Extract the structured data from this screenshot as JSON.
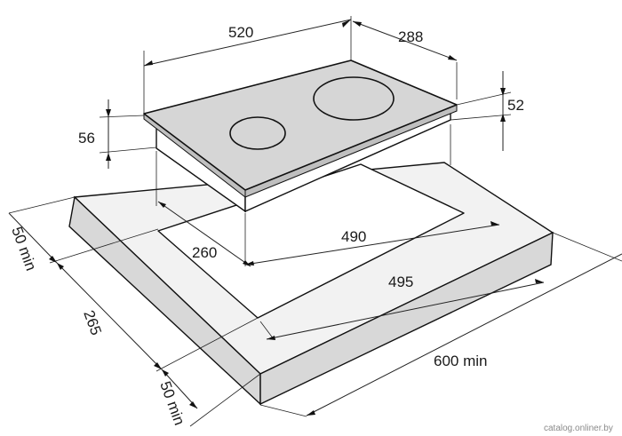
{
  "dimensions": {
    "hob_width": "520",
    "hob_depth": "288",
    "total_height": "56",
    "top_thickness": "52",
    "cutout_width": "490",
    "cutout_depth": "260",
    "countertop_width": "495",
    "countertop_min_width": "600 min",
    "front_min_gap": "50 min",
    "side_depth": "265",
    "rear_min_gap": "50 min"
  },
  "watermark": "catalog.onliner.by",
  "colors": {
    "countertop_fill": "#d8d8d8",
    "countertop_top": "#ffffff",
    "hob_glass": "#d6d6d6",
    "hob_body": "#ffffff",
    "line": "#111111"
  }
}
